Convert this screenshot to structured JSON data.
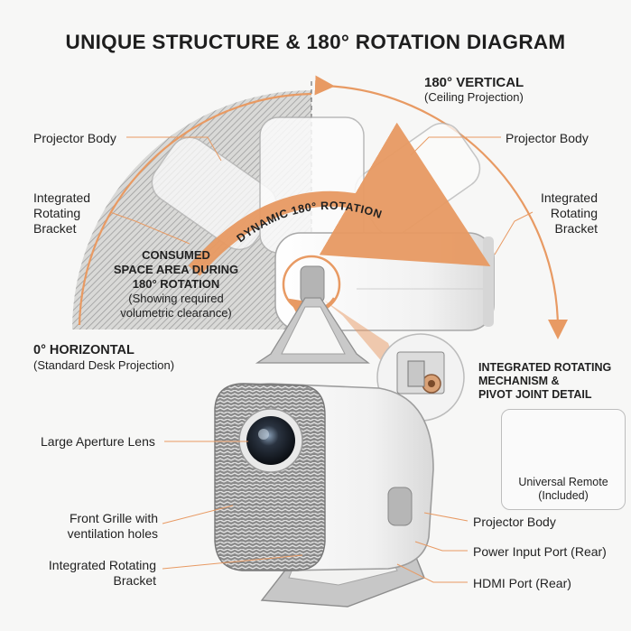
{
  "title": "UNIQUE STRUCTURE & 180° ROTATION DIAGRAM",
  "rotation_top": {
    "vertical": "180° VERTICAL",
    "vertical_sub": "(Ceiling Projection)",
    "body_left": "Projector Body",
    "body_right": "Projector Body",
    "bracket_left": [
      "Integrated",
      "Rotating",
      "Bracket"
    ],
    "bracket_right": [
      "Integrated",
      "Rotating",
      "Bracket"
    ],
    "dynamic": "DYNAMIC 180° ROTATION",
    "consumed": [
      "CONSUMED",
      "SPACE AREA DURING",
      "180° ROTATION"
    ],
    "consumed_sub": [
      "(Showing required",
      "volumetric clearance)"
    ],
    "horizontal": "0° HORIZONTAL",
    "horizontal_sub": "(Standard Desk Projection)",
    "mechanism": [
      "INTEGRATED ROTATING",
      "MECHANISM &",
      "PIVOT JOINT DETAIL"
    ]
  },
  "product": {
    "lens": "Large Aperture Lens",
    "grille": [
      "Front Grille with",
      "ventilation holes"
    ],
    "bracket": [
      "Integrated Rotating",
      "Bracket"
    ],
    "body": "Projector Body",
    "power": "Power Input Port (Rear)",
    "hdmi": "HDMI Port (Rear)",
    "remote": [
      "Universal Remote",
      "(Included)"
    ]
  },
  "colors": {
    "accent": "#e89a63",
    "hatch": "#9a9a9a",
    "shell": "#ffffff",
    "stand": "#b9b9b9"
  }
}
